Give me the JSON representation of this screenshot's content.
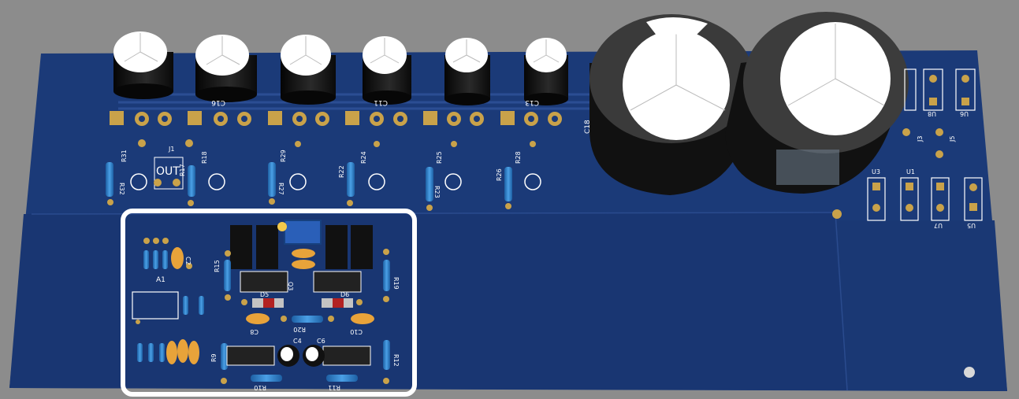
{
  "colors": {
    "background": "#8c8c8c",
    "board": "#1b3a78",
    "board_dark": "#142d60",
    "highlight_frame": "#ffffff",
    "pad_gold": "#c9a24a",
    "silkscreen": "#ffffff",
    "capacitor_body": "#0e0e0e",
    "resistor_body": "#2f7fc8",
    "ceramic_cap": "#e8a33a"
  },
  "board": {
    "output_label": "OUT",
    "header_label": "J1"
  },
  "top_capacitors": [
    "C16",
    "C11",
    "C13"
  ],
  "main_capacitor_label": "C18",
  "top_resistors": [
    "R31",
    "R32",
    "R17",
    "R18",
    "R29",
    "R27",
    "R22",
    "R24",
    "R25",
    "R23",
    "R26",
    "R28"
  ],
  "regulators": [
    "U3",
    "U1",
    "U8",
    "U6",
    "U7",
    "U5"
  ],
  "jumpers": [
    "J3",
    "J5"
  ],
  "highlight": {
    "labels": [
      "A1",
      "R15",
      "R19",
      "R20",
      "R9",
      "R12",
      "R10",
      "R11",
      "C8",
      "C10",
      "C4",
      "C6",
      "C2",
      "D5",
      "D6",
      "Q3"
    ]
  }
}
